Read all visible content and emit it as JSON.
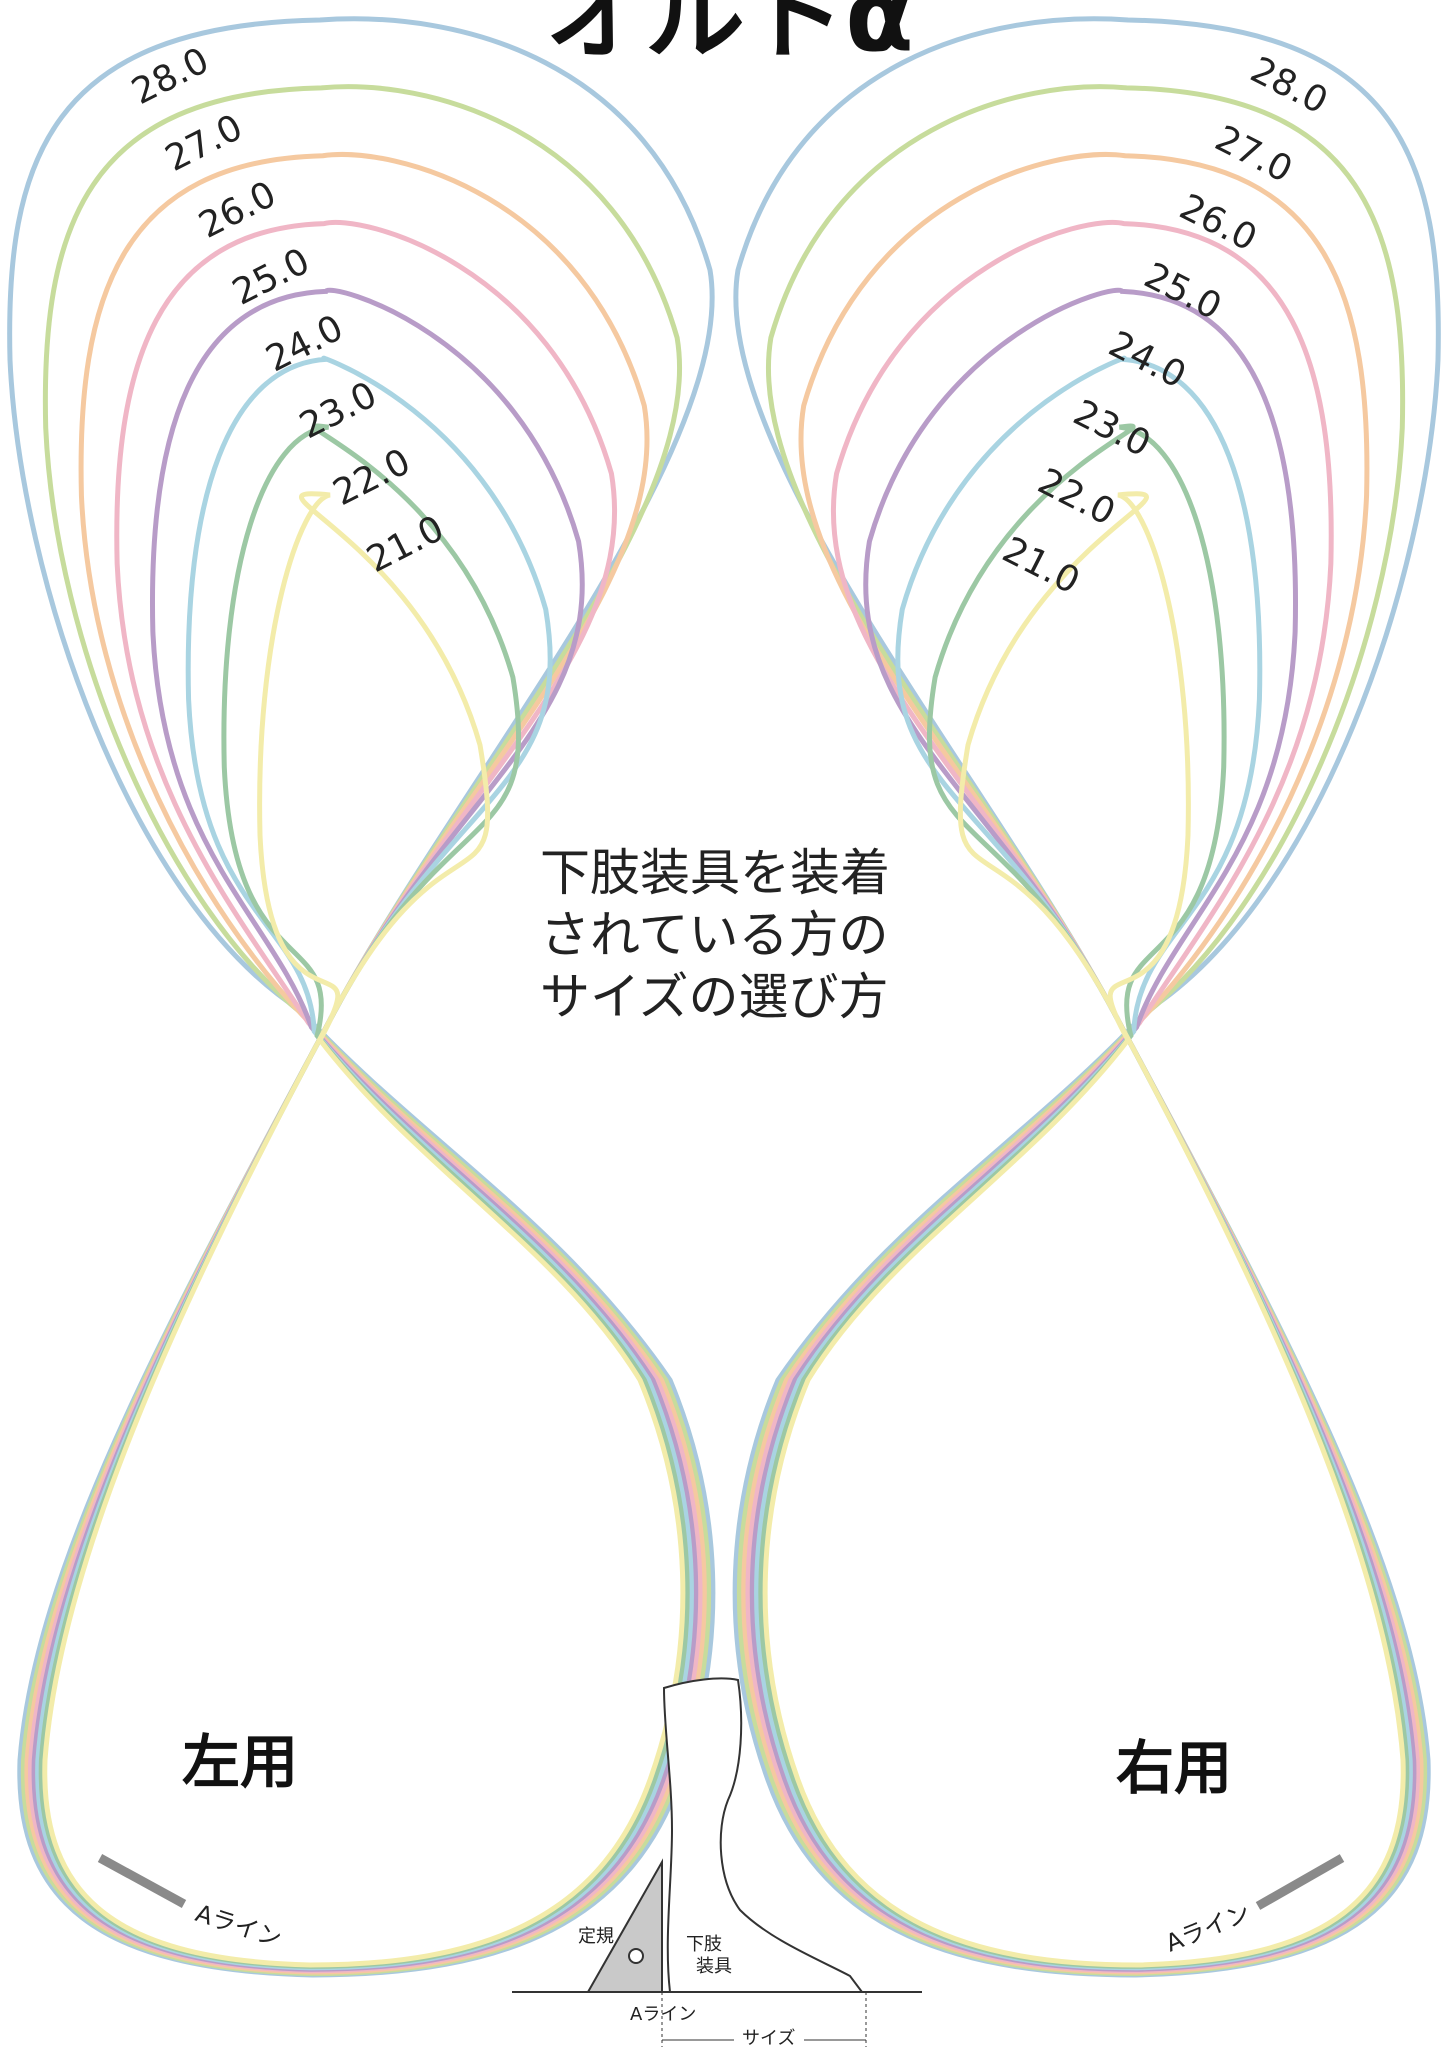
{
  "logo": {
    "text": "オルトα"
  },
  "title": {
    "lines": [
      "下肢装具を装着",
      "されている方の",
      "サイズの選び方"
    ]
  },
  "sizes": [
    {
      "label": "28.0",
      "color": "#a8c8de"
    },
    {
      "label": "27.0",
      "color": "#c7dc9c"
    },
    {
      "label": "26.0",
      "color": "#f5c9a0"
    },
    {
      "label": "25.0",
      "color": "#f0b6c6"
    },
    {
      "label": "24.0",
      "color": "#b89cc8"
    },
    {
      "label": "23.0",
      "color": "#a9d4e2"
    },
    {
      "label": "22.0",
      "color": "#9cc8a4"
    },
    {
      "label": "21.0",
      "color": "#f3ecaa"
    }
  ],
  "sides": {
    "left": "左用",
    "right": "右用"
  },
  "a_line": {
    "label": "Aライン",
    "color": "#8a8a8a"
  },
  "figure": {
    "ruler_label": "定規",
    "brace_label_line1": "下肢",
    "brace_label_line2": "装具",
    "a_line_label": "Aライン",
    "size_label": "サイズ"
  }
}
